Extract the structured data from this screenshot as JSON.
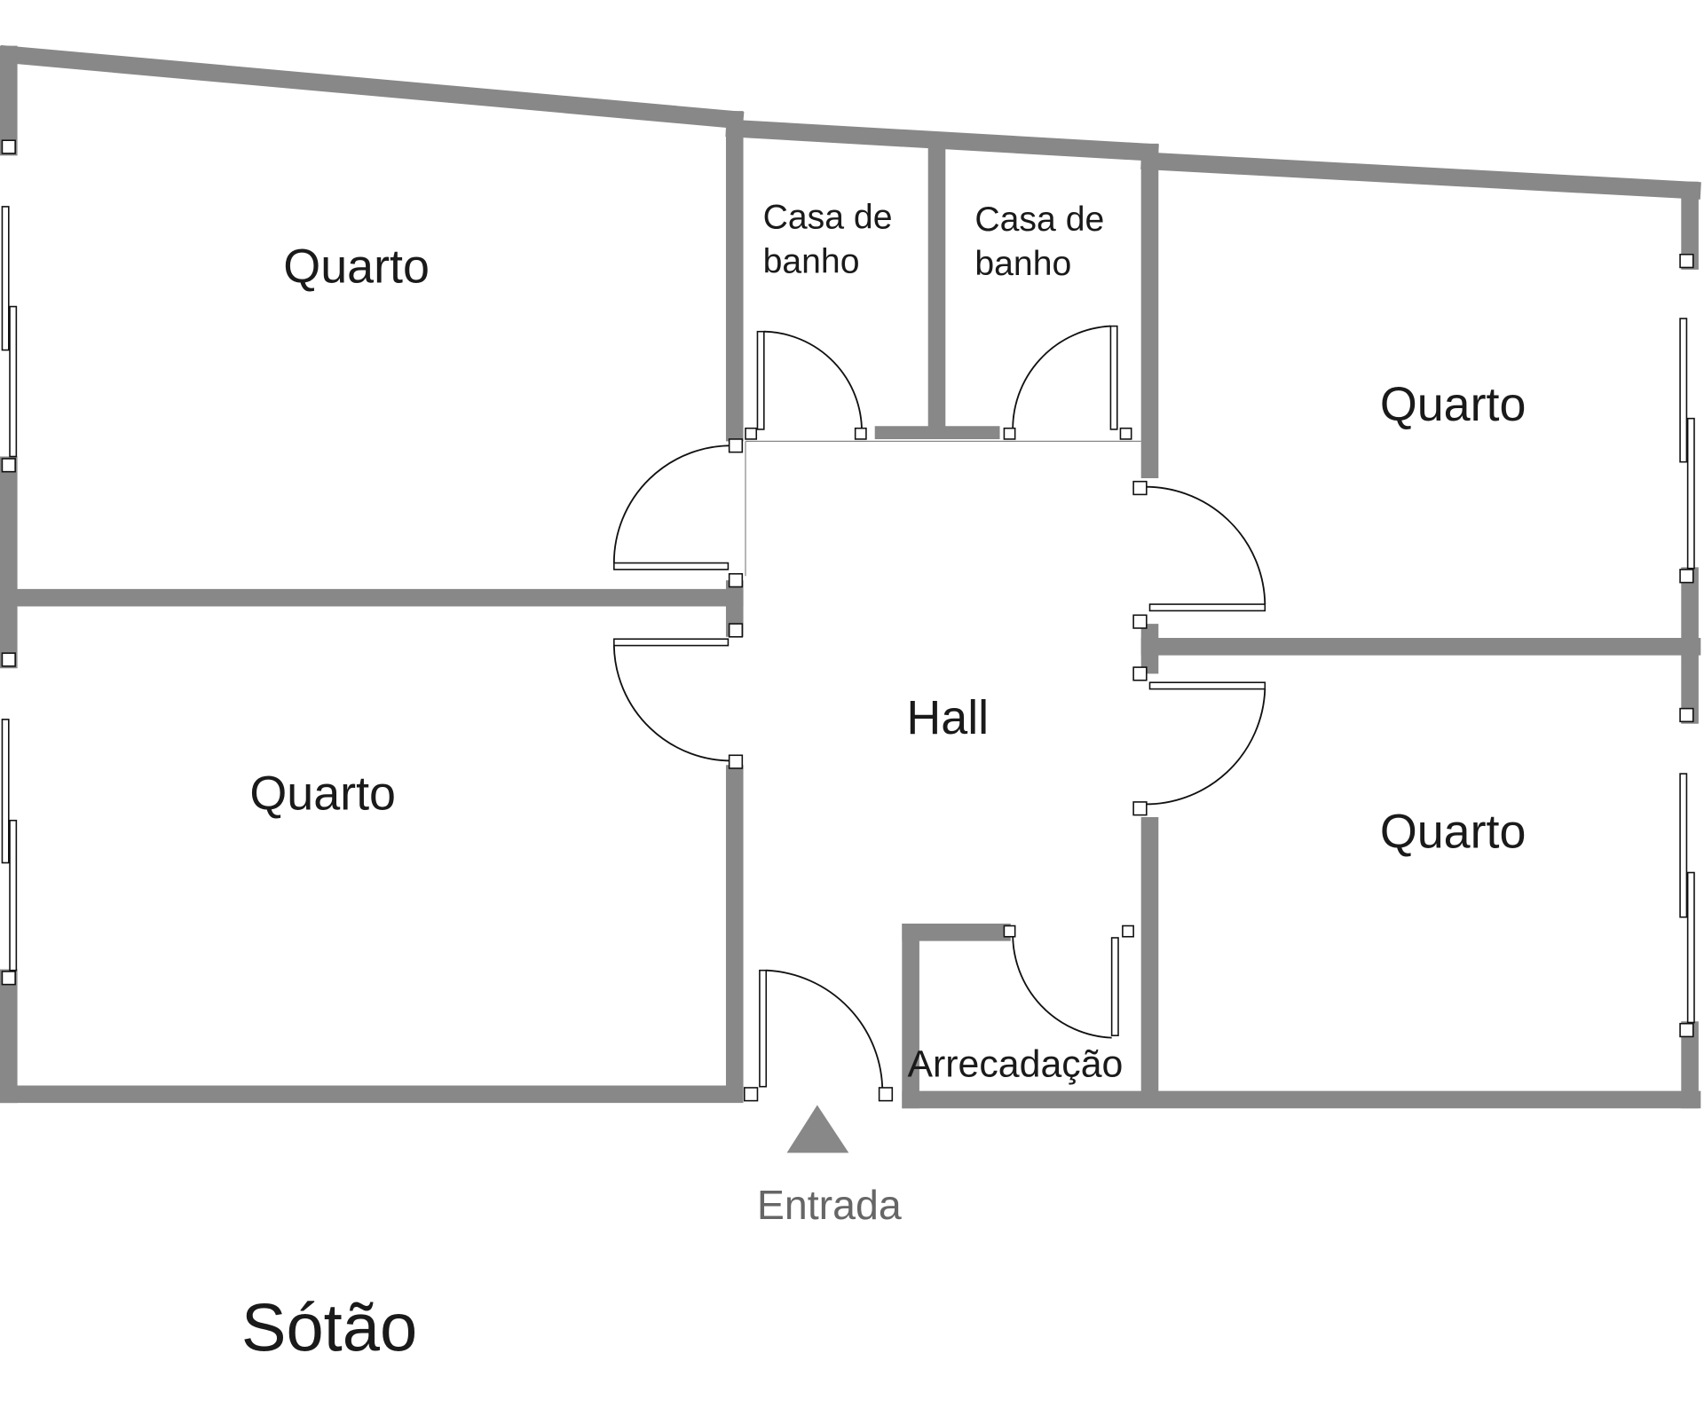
{
  "title": "Sótão",
  "rooms": {
    "quarto_top_left": "Quarto",
    "quarto_bottom_left": "Quarto",
    "quarto_top_right": "Quarto",
    "quarto_bottom_right": "Quarto",
    "bath1_line1": "Casa de",
    "bath1_line2": "banho",
    "bath2_line1": "Casa de",
    "bath2_line2": "banho",
    "hall": "Hall",
    "storage": "Arrecadação"
  },
  "entrance_label": "Entrada",
  "colors": {
    "wall": "#888888",
    "text": "#1a1a1a",
    "entrance": "#888888"
  }
}
